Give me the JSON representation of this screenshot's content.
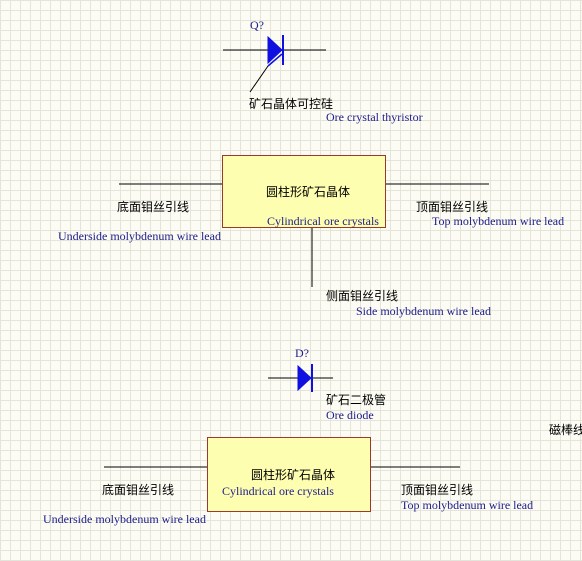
{
  "thyristor": {
    "designator": "Q?",
    "name_zh": "矿石晶体可控硅",
    "name_en": "Ore crystal thyristor"
  },
  "crystal_1": {
    "box_zh": "圆柱形矿石晶体",
    "box_en": "Cylindrical ore crystals",
    "bottom_lead_zh": "底面钼丝引线",
    "bottom_lead_en": "Underside molybdenum wire lead",
    "top_lead_zh": "顶面钼丝引线",
    "top_lead_en": "Top molybdenum wire lead",
    "side_lead_zh": "侧面钼丝引线",
    "side_lead_en": "Side molybdenum wire lead"
  },
  "diode": {
    "designator": "D?",
    "name_zh": "矿石二极管",
    "name_en": "Ore diode"
  },
  "crystal_2": {
    "box_zh": "圆柱形矿石晶体",
    "box_en": "Cylindrical ore crystals",
    "bottom_lead_zh": "底面钼丝引线",
    "bottom_lead_en": "Underside molybdenum wire lead",
    "top_lead_zh": "顶面钼丝引线",
    "top_lead_en": "Top molybdenum wire lead"
  },
  "edge_label_zh": "磁棒线",
  "colors": {
    "symbol_blue": "#1010e0",
    "wire": "#000000",
    "box_fill": "#fefeb0",
    "box_border": "#9a3a2a",
    "english_text": "#1c1c8c",
    "grid_line": "#e4e4d8",
    "background": "#fcfcf4"
  }
}
